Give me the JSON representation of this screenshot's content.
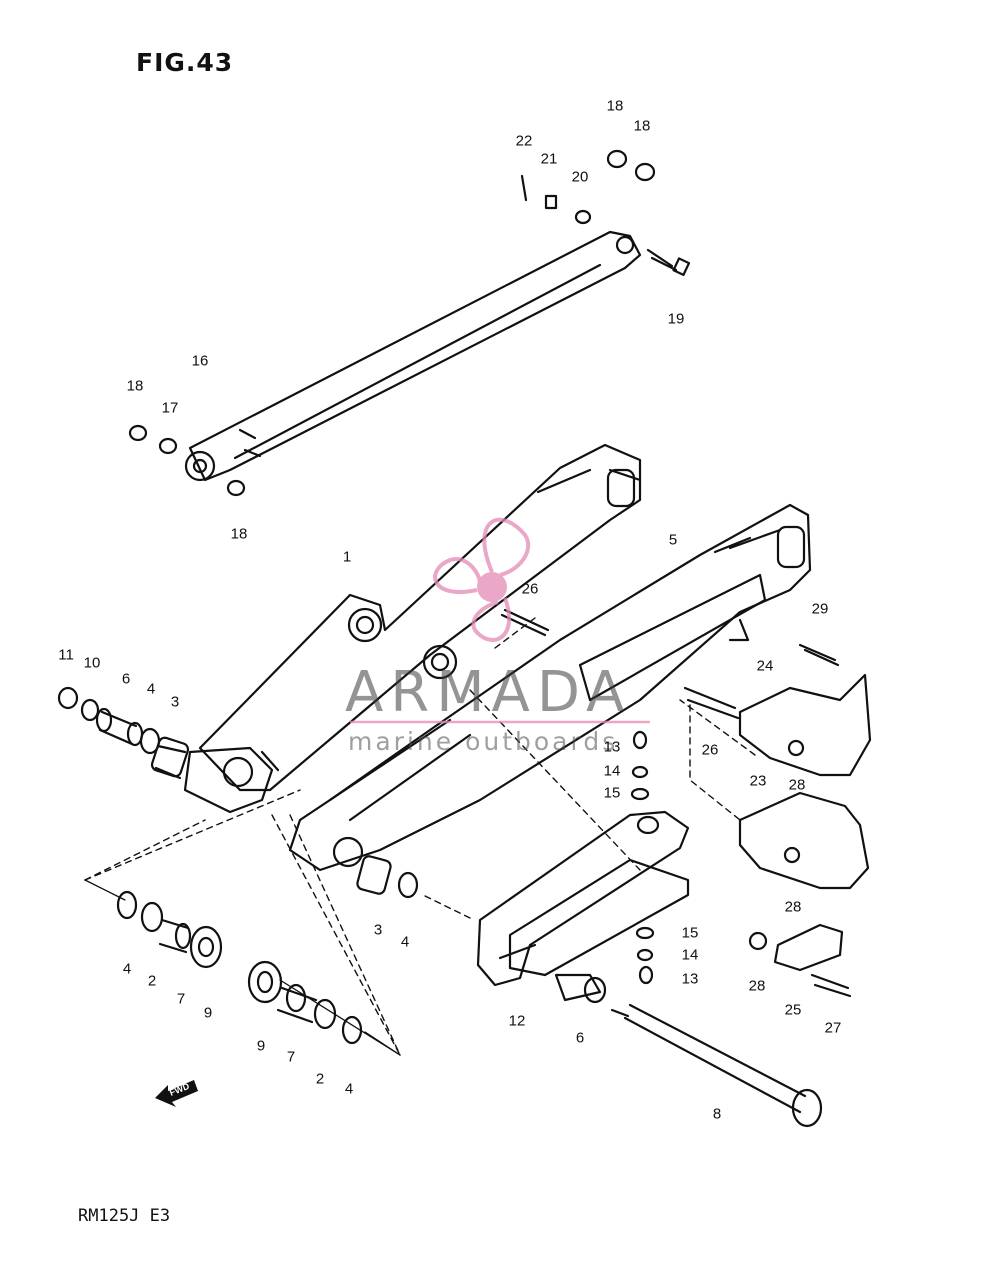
{
  "figure": {
    "title": "FIG.43",
    "model": "RM125J E3"
  },
  "watermark": {
    "brand": "ARMADA",
    "tagline": "marine outboards",
    "logo": "propeller-logo",
    "color": "#e38ab5"
  },
  "direction_marker": {
    "label": "FWD",
    "icon": "forward-arrow-icon"
  },
  "callouts": [
    {
      "id": "c22",
      "label": "22"
    },
    {
      "id": "c21",
      "label": "21"
    },
    {
      "id": "c20",
      "label": "20"
    },
    {
      "id": "c18a",
      "label": "18"
    },
    {
      "id": "c18b",
      "label": "18"
    },
    {
      "id": "c19",
      "label": "19"
    },
    {
      "id": "c16",
      "label": "16"
    },
    {
      "id": "c18c",
      "label": "18"
    },
    {
      "id": "c17",
      "label": "17"
    },
    {
      "id": "c18d",
      "label": "18"
    },
    {
      "id": "c1",
      "label": "1"
    },
    {
      "id": "c26a",
      "label": "26"
    },
    {
      "id": "c5",
      "label": "5"
    },
    {
      "id": "c29",
      "label": "29"
    },
    {
      "id": "c11",
      "label": "11"
    },
    {
      "id": "c10",
      "label": "10"
    },
    {
      "id": "c6a",
      "label": "6"
    },
    {
      "id": "c4a",
      "label": "4"
    },
    {
      "id": "c3a",
      "label": "3"
    },
    {
      "id": "c24",
      "label": "24"
    },
    {
      "id": "c26b",
      "label": "26"
    },
    {
      "id": "c28a",
      "label": "28"
    },
    {
      "id": "c13a",
      "label": "13"
    },
    {
      "id": "c14a",
      "label": "14"
    },
    {
      "id": "c15a",
      "label": "15"
    },
    {
      "id": "c23",
      "label": "23"
    },
    {
      "id": "c28b",
      "label": "28"
    },
    {
      "id": "c3b",
      "label": "3"
    },
    {
      "id": "c4b",
      "label": "4"
    },
    {
      "id": "c4c",
      "label": "4"
    },
    {
      "id": "c2a",
      "label": "2"
    },
    {
      "id": "c7a",
      "label": "7"
    },
    {
      "id": "c9a",
      "label": "9"
    },
    {
      "id": "c15b",
      "label": "15"
    },
    {
      "id": "c14b",
      "label": "14"
    },
    {
      "id": "c13b",
      "label": "13"
    },
    {
      "id": "c28c",
      "label": "28"
    },
    {
      "id": "c25",
      "label": "25"
    },
    {
      "id": "c27",
      "label": "27"
    },
    {
      "id": "c12",
      "label": "12"
    },
    {
      "id": "c6b",
      "label": "6"
    },
    {
      "id": "c9b",
      "label": "9"
    },
    {
      "id": "c7b",
      "label": "7"
    },
    {
      "id": "c2b",
      "label": "2"
    },
    {
      "id": "c4d",
      "label": "4"
    },
    {
      "id": "c8",
      "label": "8"
    }
  ]
}
